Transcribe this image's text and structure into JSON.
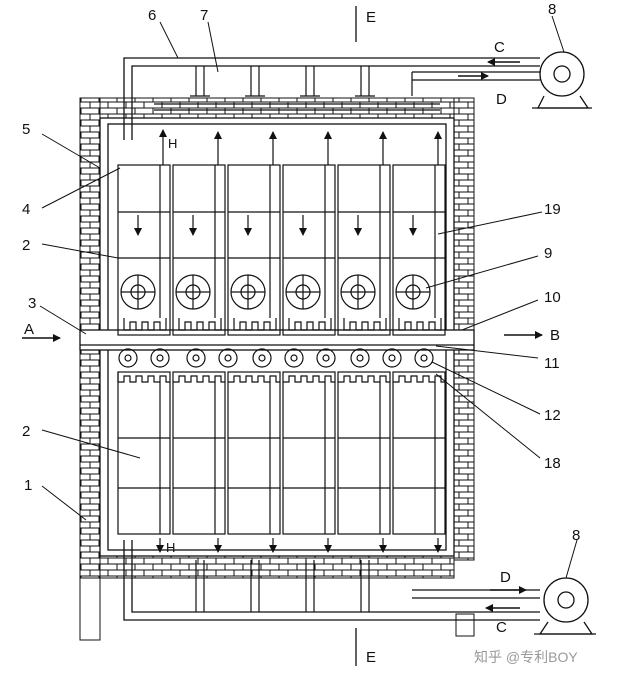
{
  "numbers": {
    "n1": "1",
    "n2a": "2",
    "n2b": "2",
    "n3": "3",
    "n4": "4",
    "n5": "5",
    "n6": "6",
    "n7": "7",
    "n8a": "8",
    "n8b": "8",
    "n9": "9",
    "n10": "10",
    "n11": "11",
    "n12": "12",
    "n18": "18",
    "n19": "19"
  },
  "letters": {
    "A": "A",
    "B": "B",
    "C_top": "C",
    "C_bottom": "C",
    "D_top": "D",
    "D_bottom": "D",
    "E_top": "E",
    "E_bottom": "E",
    "H_top": "H",
    "H_bottom": "H"
  },
  "watermark": "知乎 @专利BOY"
}
